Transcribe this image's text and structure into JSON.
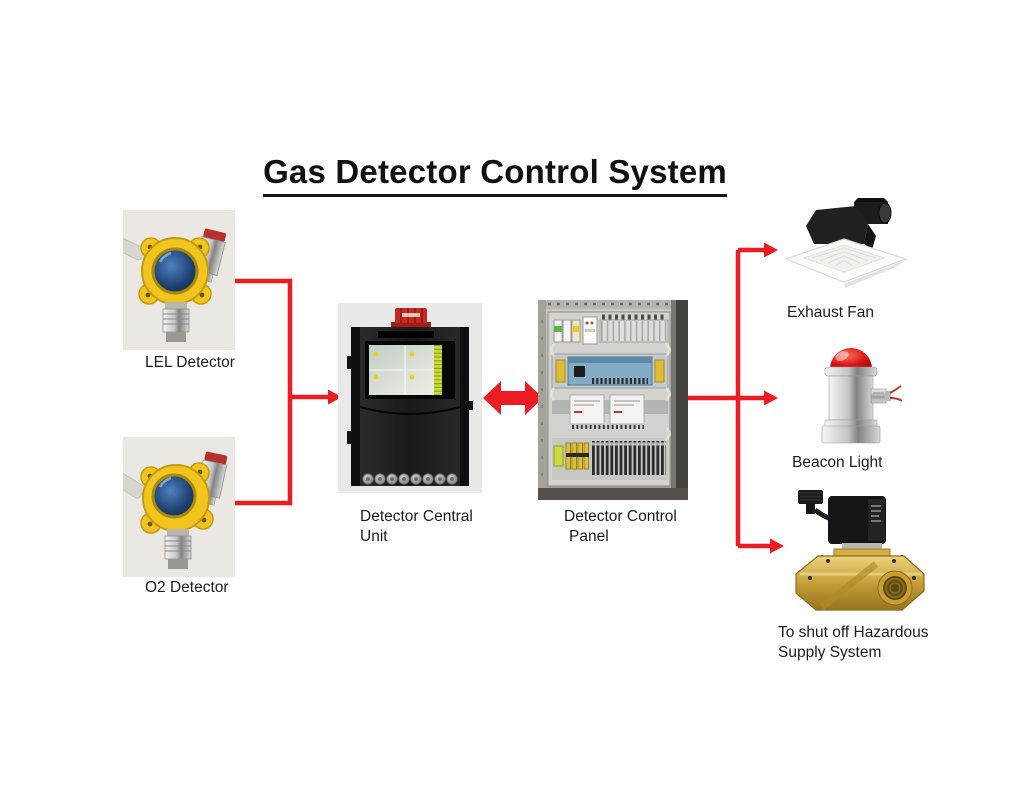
{
  "title": "Gas Detector Control System",
  "colors": {
    "arrow_red": "#EC1C24",
    "detector_yellow": "#F1C51E",
    "alarm_red": "#C62822",
    "brass": "#C89F35",
    "text": "#1B1B1B"
  },
  "nodes": {
    "lel": {
      "label": "LEL Detector"
    },
    "o2": {
      "label": "O2 Detector"
    },
    "central_unit": {
      "line1": "Detector Central",
      "line2": "Unit"
    },
    "control_panel": {
      "line1": "Detector Control",
      "line2": "Panel"
    },
    "exhaust_fan": {
      "label": "Exhaust Fan"
    },
    "beacon": {
      "label": "Beacon Light"
    },
    "valve": {
      "line1": "To shut off Hazardous",
      "line2": "Supply System"
    }
  }
}
